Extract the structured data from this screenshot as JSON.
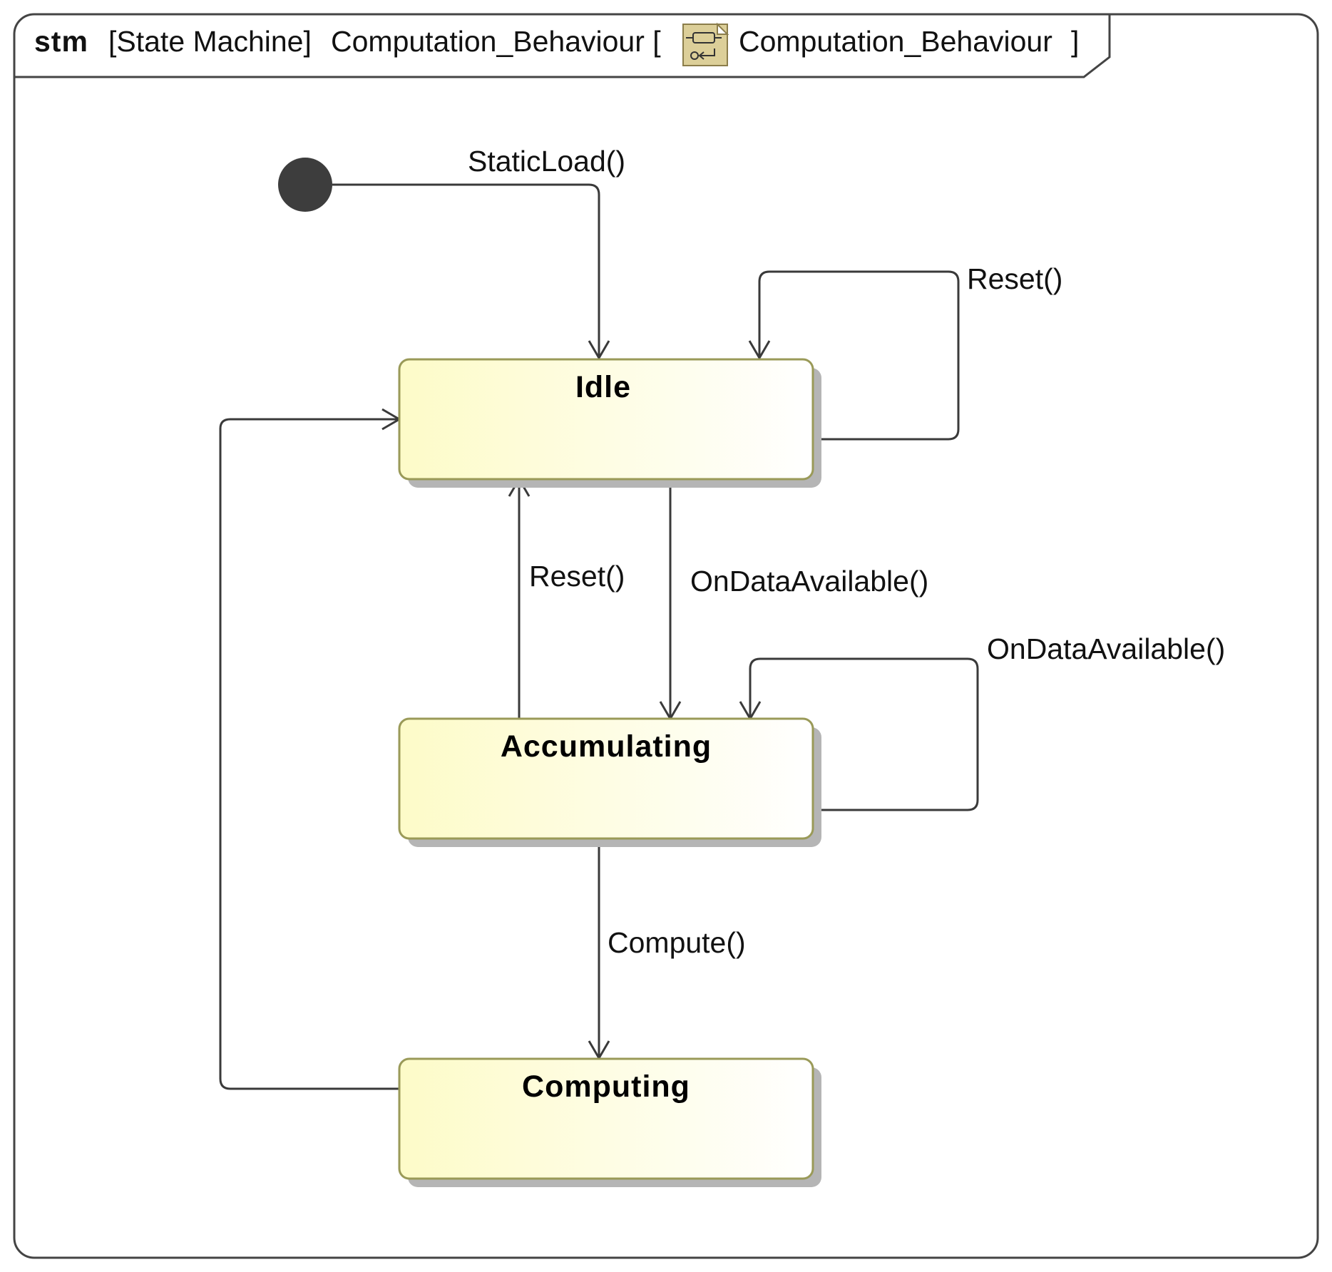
{
  "header": {
    "keyword": "stm",
    "kind": "[State Machine]",
    "name": "Computation_Behaviour [",
    "ref_name": "Computation_Behaviour",
    "close": "]",
    "icon": "state-machine-icon"
  },
  "states": {
    "idle": "Idle",
    "accumulating": "Accumulating",
    "computing": "Computing"
  },
  "transitions": {
    "initial_to_idle": "StaticLoad()",
    "idle_self": "Reset()",
    "accumulating_to_idle": "Reset()",
    "idle_to_accumulating": "OnDataAvailable()",
    "accumulating_self": "OnDataAvailable()",
    "accumulating_to_computing": "Compute()"
  },
  "colors": {
    "state_fill_left": "#fdfbc8",
    "state_fill_right": "#ffffff",
    "state_border": "#9a9a58",
    "shadow": "#b5b5b5",
    "line": "#3a3a3a",
    "initial": "#3d3d3d",
    "icon_fill": "#dccf99"
  }
}
